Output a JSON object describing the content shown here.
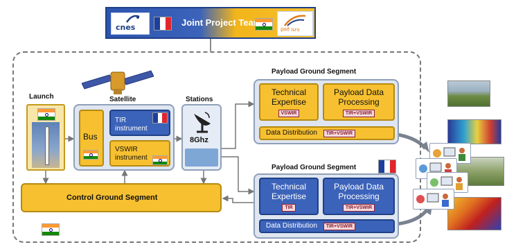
{
  "banner": {
    "title": "Joint Project Team",
    "cnes_logo_text": "cnes",
    "isro_logo_text": "इसरो isro"
  },
  "launch": {
    "label": "Launch"
  },
  "satellite": {
    "label": "Satellite",
    "bus_label": "Bus",
    "tir_label": "TIR instrument",
    "vswir_label": "VSWIR instrument"
  },
  "stations": {
    "label": "Stations",
    "frequency": "8Ghz"
  },
  "payload_india": {
    "title": "Payload Ground Segment",
    "technical": "Technical Expertise",
    "technical_tag": "VSWIR",
    "processing": "Payload Data Processing",
    "processing_tag": "TIR+VSWIR",
    "distribution": "Data Distribution",
    "distribution_tag": "TIR+VSWIR"
  },
  "payload_france": {
    "title": "Payload Ground Segment",
    "technical": "Technical Expertise",
    "technical_tag": "TIR",
    "processing": "Payload Data Processing",
    "processing_tag": "TIR+VSWIR",
    "distribution": "Data Distribution",
    "distribution_tag": "TIR+VSWIR"
  },
  "control": {
    "label": "Control Ground Segment"
  },
  "colors": {
    "ink": "#111111",
    "france_blue": "#3c63ba",
    "india_yellow": "#f6c030",
    "panel": "#dfe6f1",
    "tag_red": "#8a1d2e"
  }
}
